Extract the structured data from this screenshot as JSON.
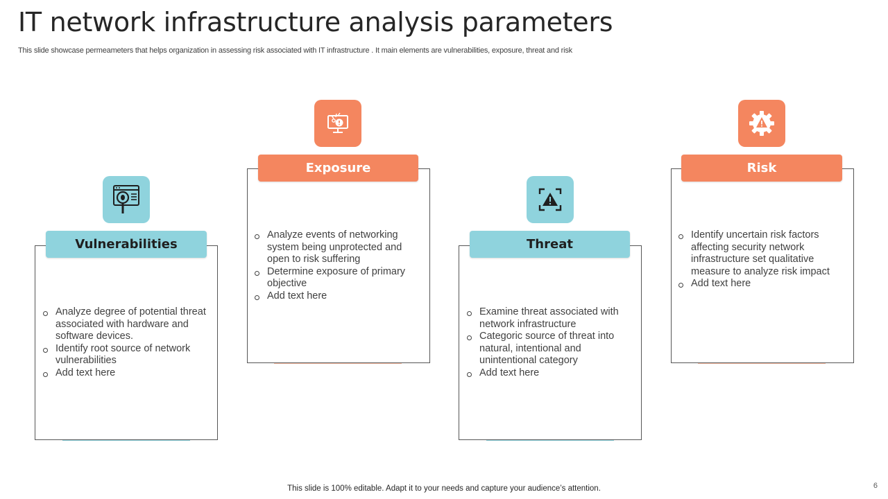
{
  "slide": {
    "title": "IT network infrastructure analysis parameters",
    "subtitle": "This slide showcase permeameters that helps organization in assessing risk  associated with IT infrastructure . It main elements are vulnerabilities, exposure, threat and risk",
    "footer": "This slide is 100% editable. Adapt it to your needs and capture your audience’s attention.",
    "page_number": "6"
  },
  "colors": {
    "teal": "#8fd3dd",
    "orange": "#f4865f",
    "border": "#555555"
  },
  "cards": [
    {
      "label": "Vulnerabilities",
      "icon": "magnifier-bug-icon",
      "bullets": [
        "Analyze degree of potential threat associated with hardware and software devices.",
        "Identify root source of network vulnerabilities",
        "Add  text here"
      ]
    },
    {
      "label": "Exposure",
      "icon": "monitor-alert-icon",
      "bullets": [
        "Analyze events of networking system being unprotected and open to  risk suffering",
        "Determine exposure of primary objective",
        "Add text here"
      ]
    },
    {
      "label": "Threat",
      "icon": "warning-triangle-icon",
      "bullets": [
        "Examine threat associated with network infrastructure",
        "Categoric source of threat into natural, intentional and unintentional category",
        "Add text here"
      ]
    },
    {
      "label": "Risk",
      "icon": "gear-warning-icon",
      "bullets": [
        "Identify uncertain risk factors affecting security network infrastructure set qualitative measure to analyze risk impact",
        "Add text here"
      ]
    }
  ]
}
